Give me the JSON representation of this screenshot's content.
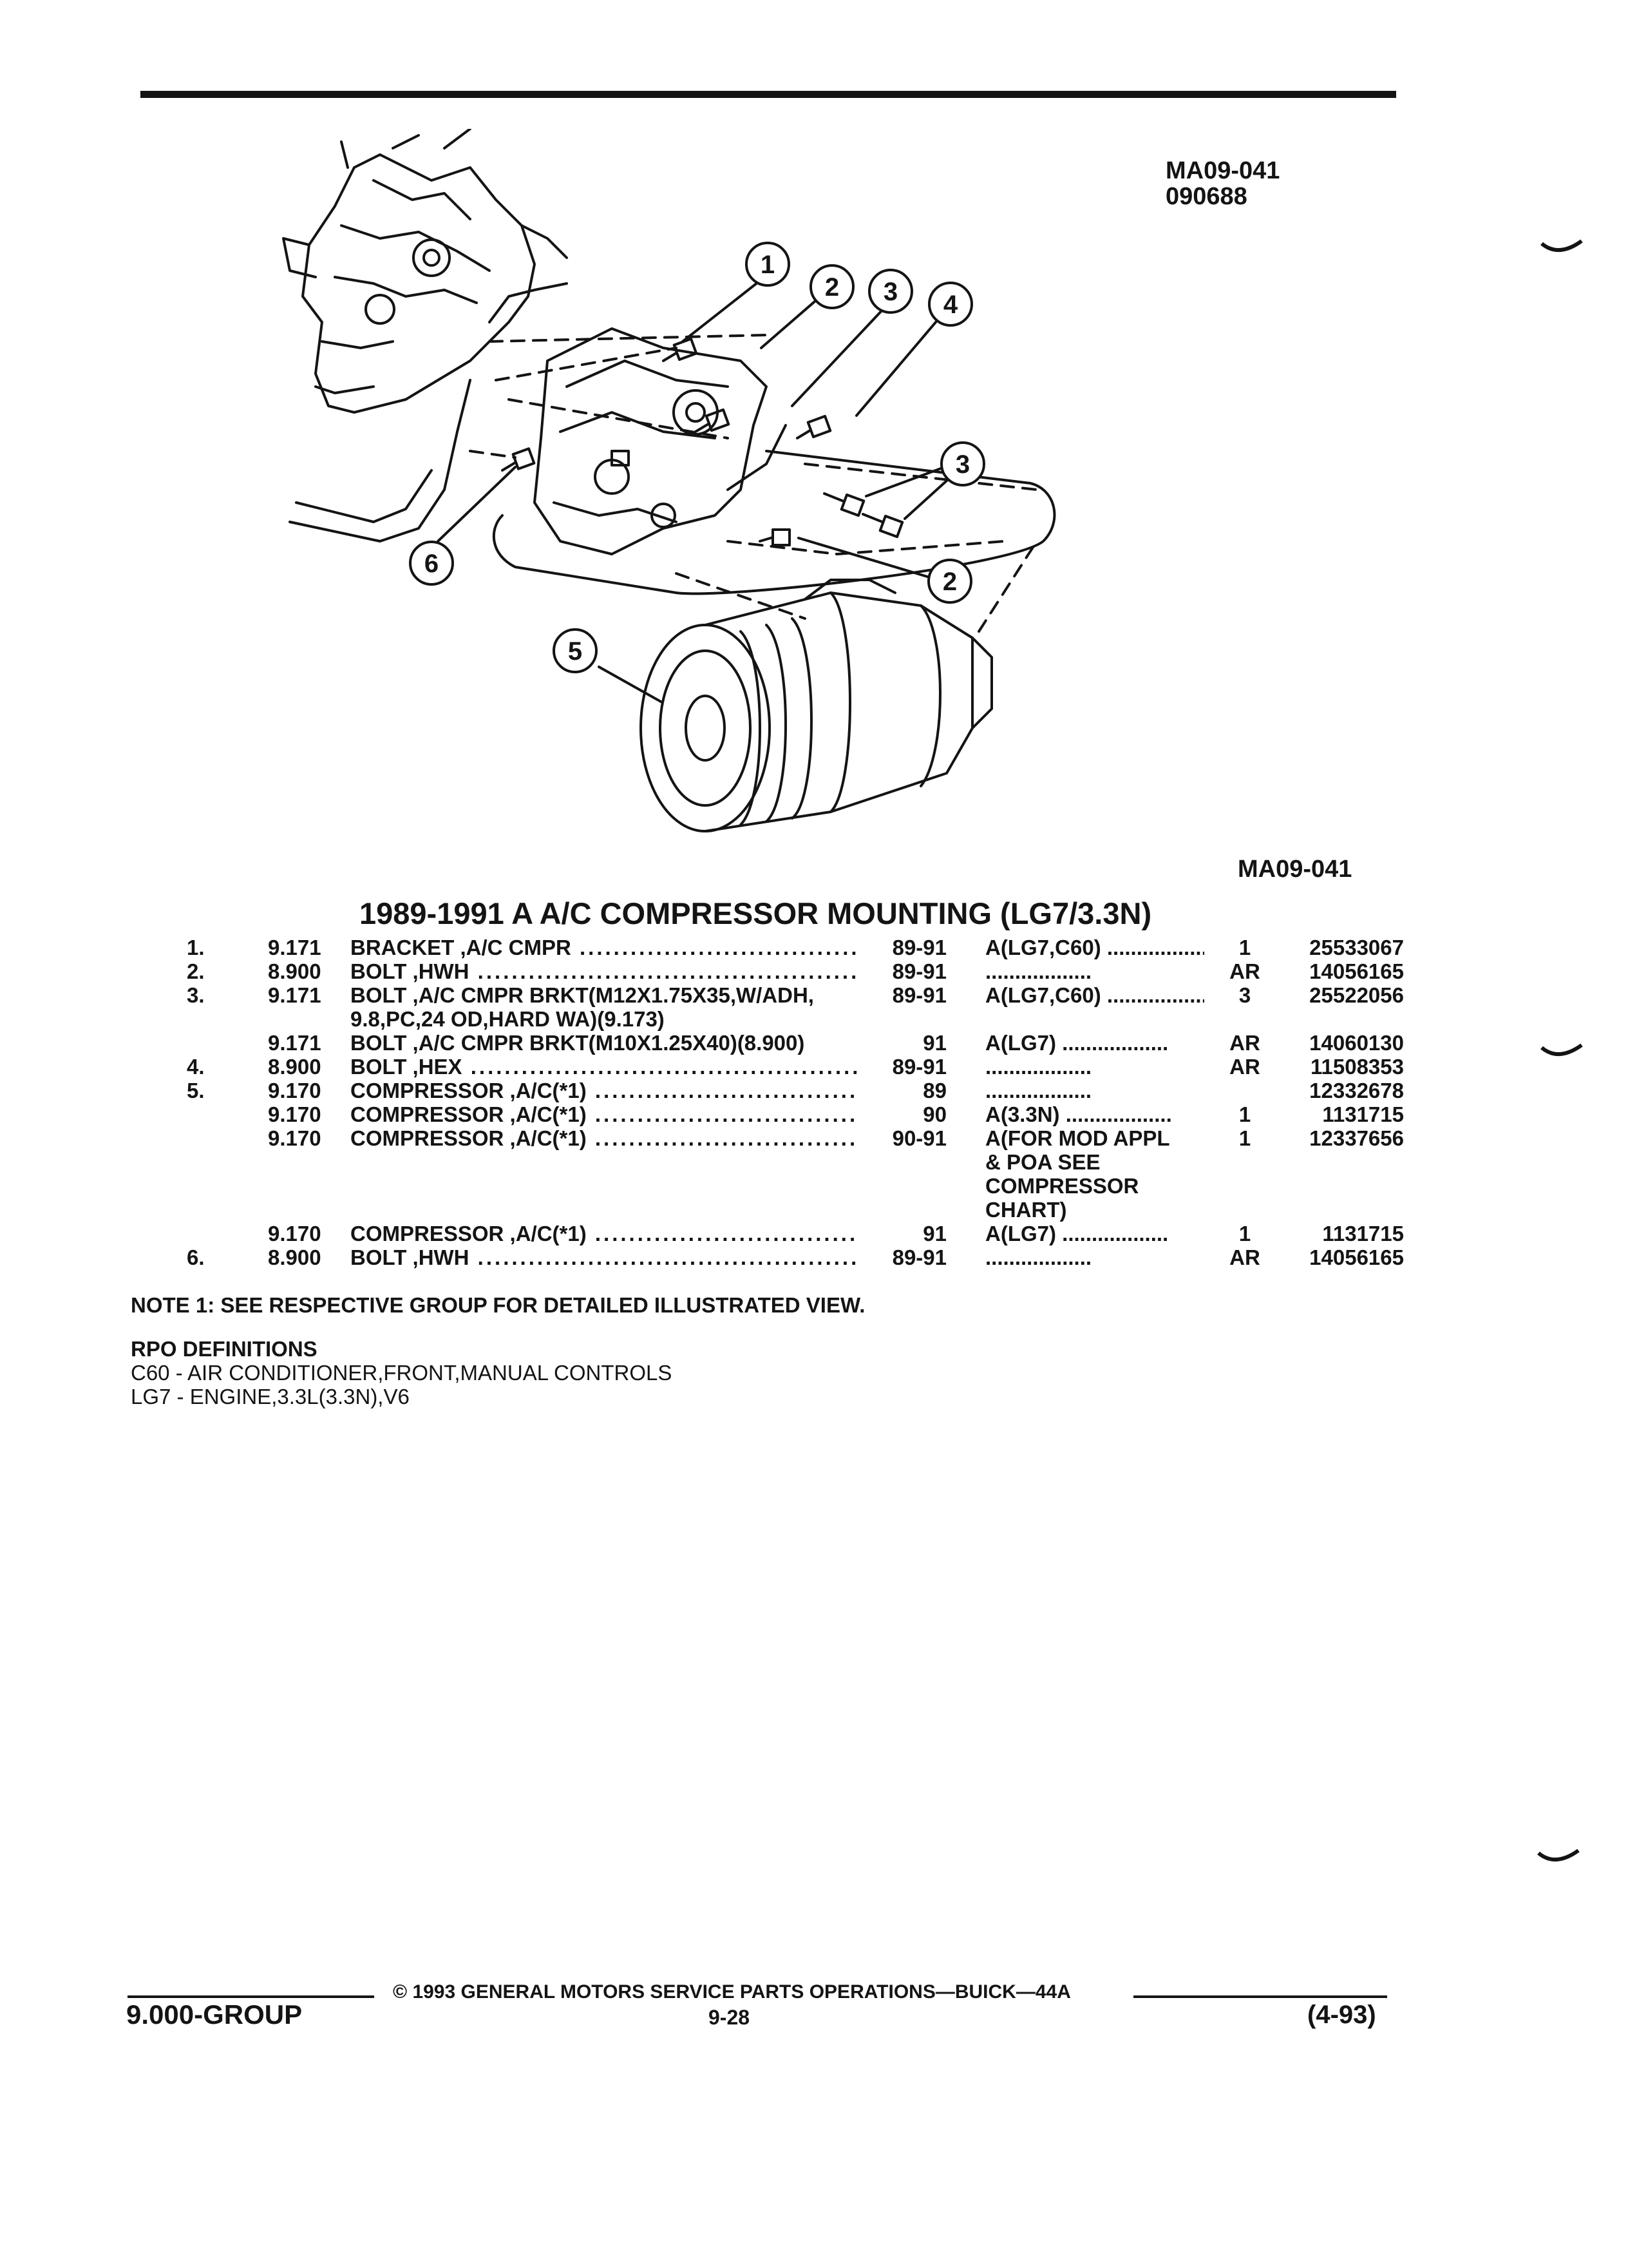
{
  "header": {
    "fig_code": "MA09-041",
    "fig_date": "090688",
    "fig_code_bottom": "MA09-041"
  },
  "diagram": {
    "callouts": [
      "1",
      "2",
      "3",
      "4",
      "3",
      "2",
      "6",
      "5"
    ]
  },
  "section": {
    "title": "1989-1991 A A/C COMPRESSOR MOUNTING (LG7/3.3N)"
  },
  "parts": [
    {
      "item": "1.",
      "group": "9.171",
      "desc": "BRACKET ,A/C CMPR",
      "dots": true,
      "years": "89-91",
      "usage": "A(LG7,C60)",
      "usage_dots": true,
      "qty": "1",
      "part": "25533067"
    },
    {
      "item": "2.",
      "group": "8.900",
      "desc": "BOLT ,HWH",
      "dots": true,
      "years": "89-91",
      "usage": "",
      "usage_dots": true,
      "qty": "AR",
      "part": "14056165"
    },
    {
      "item": "3.",
      "group": "9.171",
      "desc": "BOLT ,A/C CMPR BRKT(M12X1.75X35,W/ADH,",
      "desc2": "9.8,PC,24 OD,HARD WA)(9.173)",
      "dots": false,
      "years": "89-91",
      "usage": "A(LG7,C60)",
      "usage_dots": true,
      "qty": "3",
      "part": "25522056"
    },
    {
      "item": "",
      "group": "9.171",
      "desc": "BOLT ,A/C CMPR BRKT(M10X1.25X40)(8.900)",
      "dots": false,
      "years": "91",
      "usage": "A(LG7)",
      "usage_dots": true,
      "qty": "AR",
      "part": "14060130"
    },
    {
      "item": "4.",
      "group": "8.900",
      "desc": "BOLT ,HEX",
      "dots": true,
      "years": "89-91",
      "usage": "",
      "usage_dots": true,
      "qty": "AR",
      "part": "11508353"
    },
    {
      "item": "5.",
      "group": "9.170",
      "desc": "COMPRESSOR ,A/C(*1)",
      "dots": true,
      "years": "89",
      "usage": "",
      "usage_dots": true,
      "qty": "",
      "part": "12332678"
    },
    {
      "item": "",
      "group": "9.170",
      "desc": "COMPRESSOR ,A/C(*1)",
      "dots": true,
      "years": "90",
      "usage": "A(3.3N)",
      "usage_dots": true,
      "qty": "1",
      "part": "1131715"
    },
    {
      "item": "",
      "group": "9.170",
      "desc": "COMPRESSOR ,A/C(*1)",
      "dots": true,
      "years": "90-91",
      "usage": "A(FOR MOD APPL",
      "usage_more": [
        "& POA SEE",
        "COMPRESSOR",
        "CHART)"
      ],
      "usage_dots": false,
      "qty": "1",
      "part": "12337656"
    },
    {
      "item": "",
      "group": "9.170",
      "desc": "COMPRESSOR ,A/C(*1)",
      "dots": true,
      "years": "91",
      "usage": "A(LG7)",
      "usage_dots": true,
      "qty": "1",
      "part": "1131715"
    },
    {
      "item": "6.",
      "group": "8.900",
      "desc": "BOLT ,HWH",
      "dots": true,
      "years": "89-91",
      "usage": "",
      "usage_dots": true,
      "qty": "AR",
      "part": "14056165"
    }
  ],
  "note": "NOTE  1:  SEE RESPECTIVE GROUP FOR DETAILED ILLUSTRATED VIEW.",
  "rpo": {
    "header": "RPO DEFINITIONS",
    "lines": [
      "C60 - AIR CONDITIONER,FRONT,MANUAL CONTROLS",
      "LG7 - ENGINE,3.3L(3.3N),V6"
    ]
  },
  "footer": {
    "copyright": "© 1993 GENERAL MOTORS SERVICE PARTS OPERATIONS—BUICK—44A",
    "group": "9.000-GROUP",
    "page": "9-28",
    "date": "(4-93)"
  }
}
